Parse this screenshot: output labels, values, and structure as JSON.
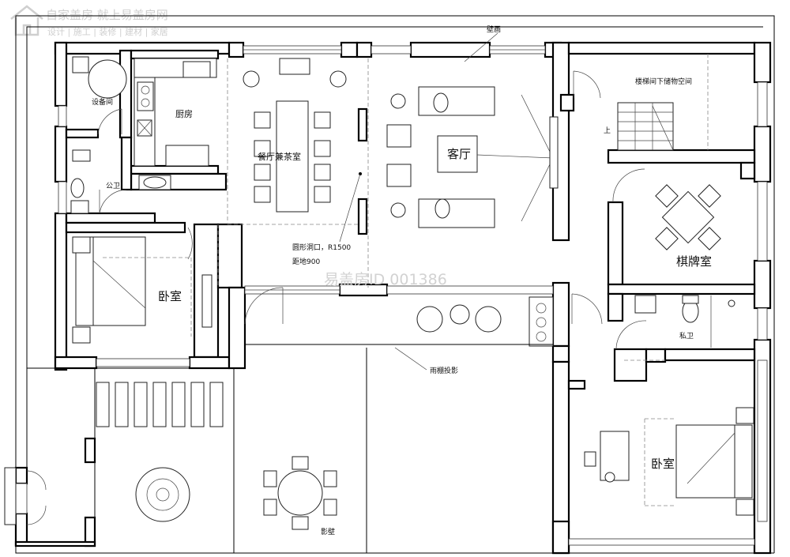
{
  "brand": {
    "name": "自家盖房 就上易盖房网",
    "tagline": "设计 | 施工 | 装修 | 建材 | 家居"
  },
  "watermark": "易盖房ID 001386",
  "rooms": {
    "equipment": "设备间",
    "kitchen": "厨房",
    "dining_tea": "餐厅兼茶室",
    "living": "客厅",
    "under_stair_storage": "楼梯间下储物空间",
    "public_wc": "公卫",
    "bedroom_left": "卧室",
    "mahjong": "棋牌室",
    "private_wc": "私卫",
    "bedroom_right": "卧室"
  },
  "notes": {
    "wall_painting": "壁画",
    "round_opening": "圆形洞口，R1500",
    "floor_height": "距地900",
    "canopy_projection": "雨棚投影",
    "screen_wall": "影壁",
    "stair_up": "上"
  }
}
